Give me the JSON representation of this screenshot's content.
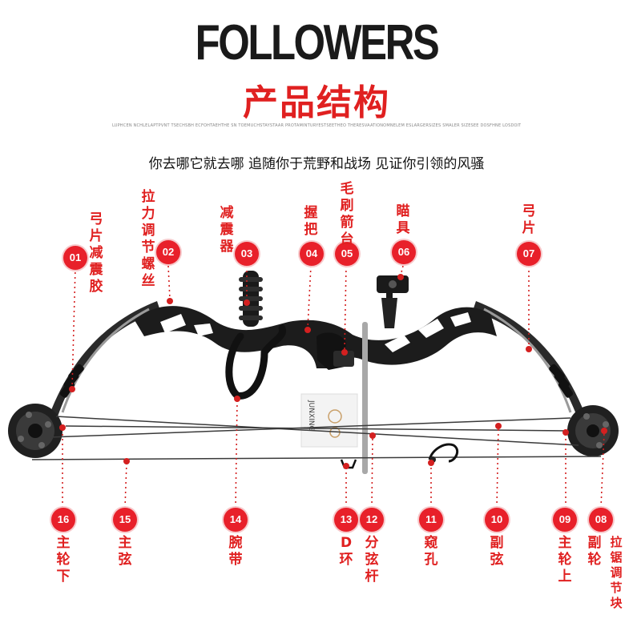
{
  "header": {
    "title_en": "FOLLOWERS",
    "title_cn": "产品结构",
    "fine_print": "LUPHCEN NCHLELAPTPVNT TSECHSBH ECFOHTAEHTHE SN TOEMUCHSTAYSTAAR PROTAMINTURYESTSEETHEO THERESVAATIONOMNELEM ESLARGERSIZES SMALER SIZESEE DOSFHNE LOSDOITHE STANDARDSANNOUNCEMENT",
    "tagline": "你去哪它就去哪 追随你于荒野和战场 见证你引领的风骚"
  },
  "parts": [
    {
      "num": "01",
      "label": "弓片减震胶"
    },
    {
      "num": "02",
      "label": "拉力调节螺丝"
    },
    {
      "num": "03",
      "label": "减震器"
    },
    {
      "num": "04",
      "label": "握把"
    },
    {
      "num": "05",
      "label": "毛刷箭台"
    },
    {
      "num": "06",
      "label": "瞄具"
    },
    {
      "num": "07",
      "label": "弓片"
    },
    {
      "num": "08",
      "label": "副轮"
    },
    {
      "num": "09",
      "label": "主轮上"
    },
    {
      "num": "10",
      "label": "副弦"
    },
    {
      "num": "11",
      "label": "窥孔"
    },
    {
      "num": "12",
      "label": "分弦杆"
    },
    {
      "num": "13",
      "label": "D环"
    },
    {
      "num": "14",
      "label": "腕带"
    },
    {
      "num": "15",
      "label": "主弦"
    },
    {
      "num": "16",
      "label": "主轮下"
    },
    {
      "num": "",
      "label": "拉锯调节块"
    }
  ],
  "product": {
    "brand_text": "JUNXING"
  },
  "colors": {
    "accent": "#e02020",
    "badge": "#e8202a",
    "bow": "#1c1c1c",
    "leader": "#d42020"
  }
}
